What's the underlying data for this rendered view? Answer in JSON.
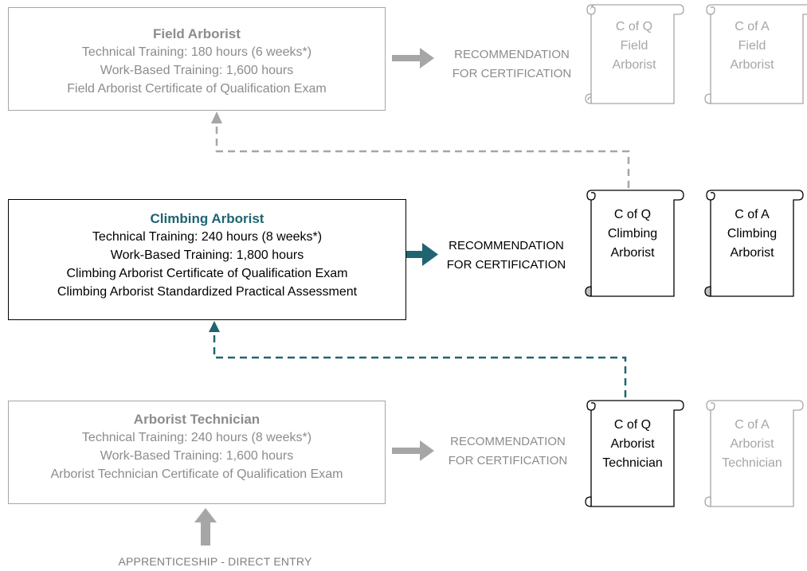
{
  "colors": {
    "faded": "#a6a6a6",
    "faded_text": "#8c8c8c",
    "accent": "#1f6470",
    "active": "#000000"
  },
  "field_arborist": {
    "title": "Field Arborist",
    "lines": [
      "Technical Training:  180 hours (6 weeks*)",
      "Work-Based Training: 1,600 hours",
      "Field Arborist Certificate of Qualification Exam"
    ],
    "recommendation": [
      "RECOMMENDATION",
      "FOR CERTIFICATION"
    ],
    "cert_q": [
      "C of Q",
      "Field",
      "Arborist"
    ],
    "cert_a": [
      "C of A",
      "Field",
      "Arborist"
    ]
  },
  "climbing_arborist": {
    "title": "Climbing Arborist",
    "lines": [
      "Technical Training: 240 hours (8 weeks*)",
      "Work-Based Training: 1,800 hours",
      "Climbing Arborist Certificate of Qualification Exam",
      "Climbing Arborist Standardized Practical Assessment"
    ],
    "recommendation": [
      "RECOMMENDATION",
      "FOR CERTIFICATION"
    ],
    "cert_q": [
      "C of Q",
      "Climbing",
      "Arborist"
    ],
    "cert_a": [
      "C of A",
      "Climbing",
      "Arborist"
    ]
  },
  "arborist_technician": {
    "title": "Arborist Technician",
    "lines": [
      "Technical Training: 240 hours (8 weeks*)",
      "Work-Based Training: 1,600 hours",
      "Arborist Technician Certificate of Qualification Exam"
    ],
    "recommendation": [
      "RECOMMENDATION",
      "FOR CERTIFICATION"
    ],
    "cert_q": [
      "C of Q",
      "Arborist",
      "Technician"
    ],
    "cert_a": [
      "C of A",
      "Arborist",
      "Technician"
    ]
  },
  "entry": "APPRENTICESHIP - DIRECT ENTRY",
  "icons": {
    "certificate": "scroll-icon",
    "arrow": "arrow-right-icon"
  }
}
